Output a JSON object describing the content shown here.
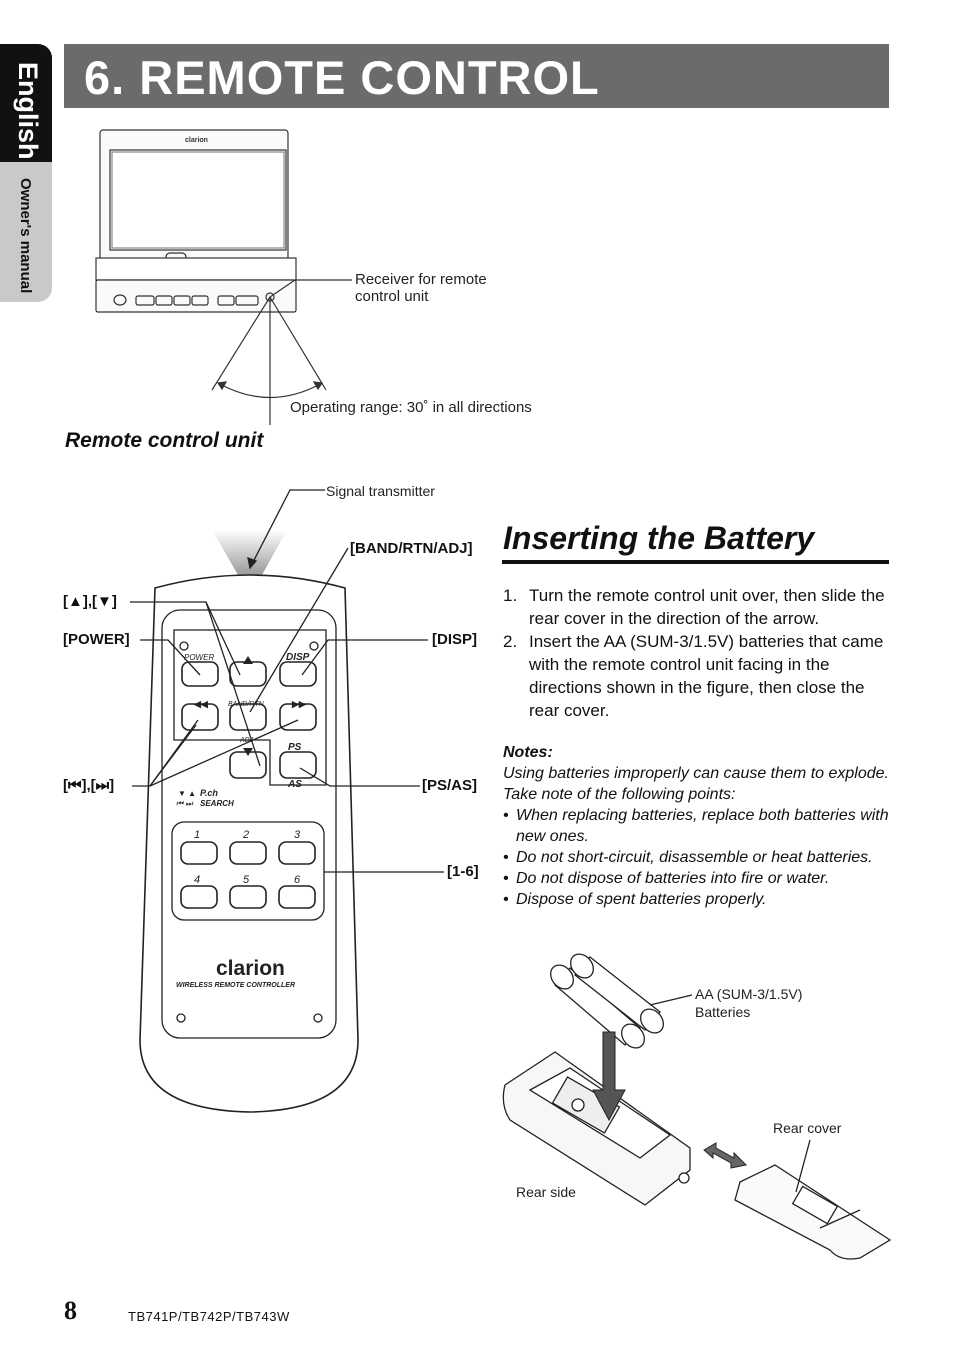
{
  "side_tab": {
    "language": "English",
    "manual": "Owner's manual"
  },
  "header": {
    "title": "6. REMOTE CONTROL"
  },
  "receiver_figure": {
    "brand": "clarion",
    "receiver_label_line1": "Receiver for remote",
    "receiver_label_line2": "control unit",
    "operating_range": "Operating range: 30˚ in all directions"
  },
  "remote_section": {
    "heading": "Remote control unit",
    "signal_transmitter": "Signal transmitter",
    "callouts": {
      "band_rtn_adj": "[BAND/RTN/ADJ]",
      "up_down": "[▲],[▼]",
      "power": "[POWER]",
      "disp": "[DISP]",
      "seek": "[⏮],[⏭]",
      "ps_as": "[PS/AS]",
      "presets": "[1-6]"
    },
    "remote_labels": {
      "power": "POWER",
      "disp": "DISP",
      "band_rtn": "BAND/RTN",
      "adj": "ADJ",
      "ps": "PS",
      "as": "AS",
      "pch": "P.ch",
      "search": "SEARCH",
      "keys": [
        "1",
        "2",
        "3",
        "4",
        "5",
        "6"
      ],
      "brand": "clarion",
      "tagline": "WIRELESS REMOTE CONTROLLER"
    }
  },
  "battery_section": {
    "heading": "Inserting the Battery",
    "steps": [
      {
        "num": "1.",
        "text": "Turn the remote control unit over, then slide the rear cover in the direction of the arrow."
      },
      {
        "num": "2.",
        "text": "Insert the AA (SUM-3/1.5V) batteries that came with the remote control unit facing in the directions shown in the figure, then close the rear cover."
      }
    ],
    "notes_title": "Notes:",
    "notes_intro": "Using batteries improperly can cause them to explode. Take note of the following points:",
    "notes": [
      "When replacing batteries, replace both batteries with new ones.",
      "Do not short-circuit, disassemble or heat batteries.",
      "Do not dispose of batteries into fire or water.",
      "Dispose of spent batteries properly."
    ],
    "figure": {
      "batteries_line1": "AA (SUM-3/1.5V)",
      "batteries_line2": "Batteries",
      "rear_cover": "Rear cover",
      "rear_side": "Rear side"
    }
  },
  "footer": {
    "page_number": "8",
    "model_code": "TB741P/TB742P/TB743W"
  }
}
